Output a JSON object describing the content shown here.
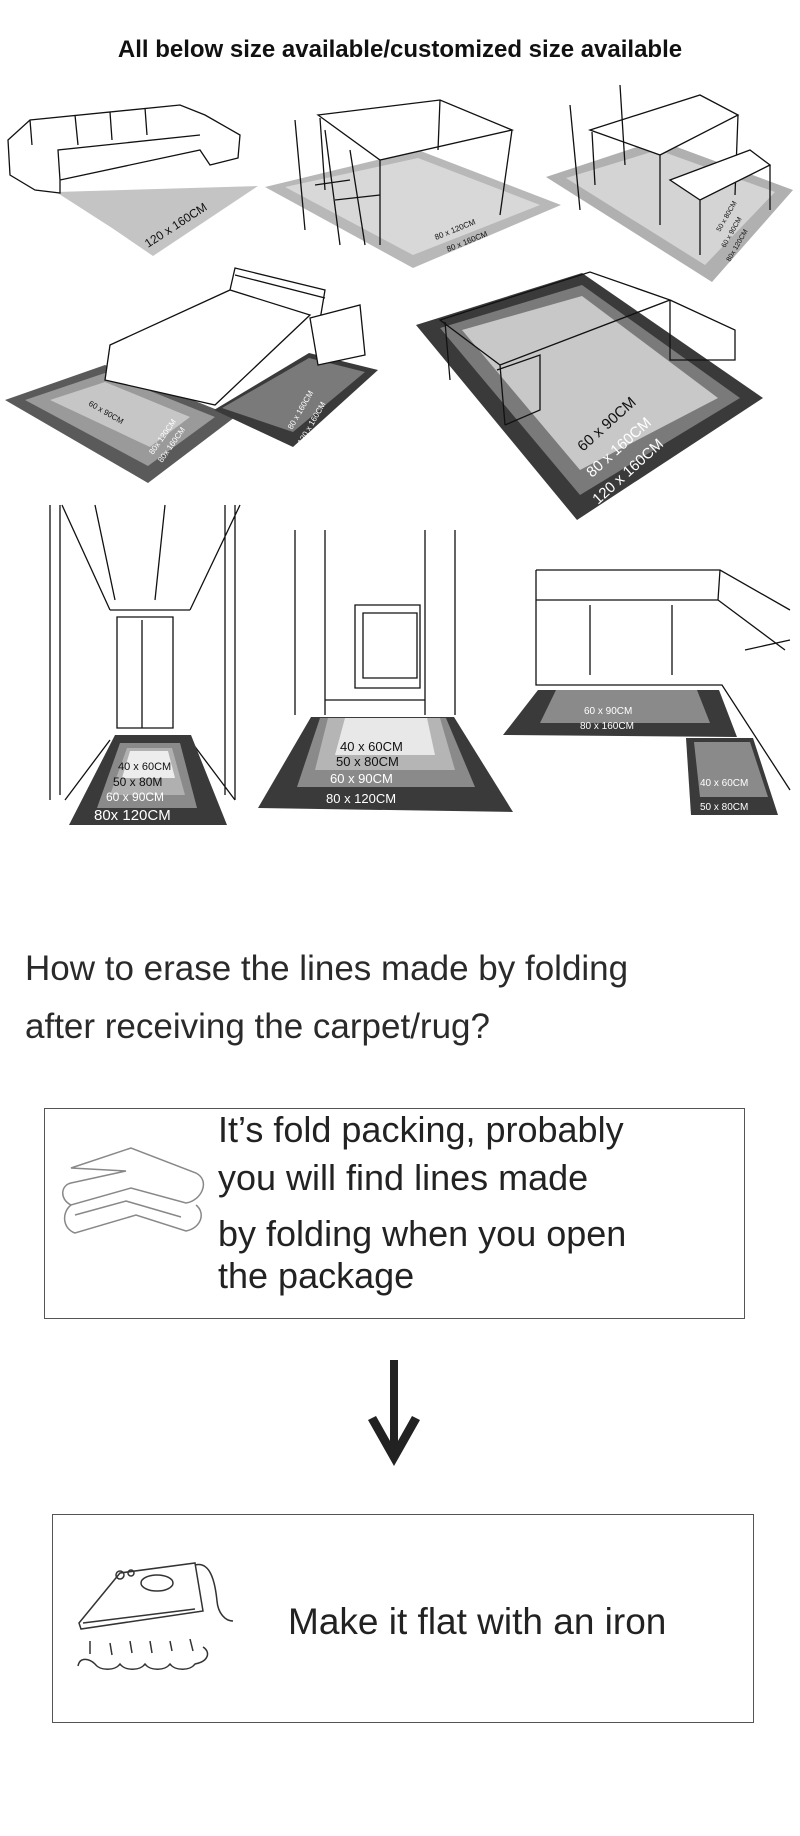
{
  "header": {
    "title": "All below size available/customized size available"
  },
  "scenes": {
    "sofa": [
      "120 x 160CM"
    ],
    "dining_table": [
      "80 x 120CM",
      "80 x 160CM"
    ],
    "dining_bench": [
      "50 x 80CM",
      "60 x 90CM",
      "80x 120CM"
    ],
    "bed_left": [
      "60 x 90CM",
      "80x 120CM",
      "80x 160CM"
    ],
    "bed_right": [
      "80 x 160CM",
      "120 x 160CM"
    ],
    "office": [
      "60 x 90CM",
      "80 x 160CM",
      "120 x 160CM"
    ],
    "hallway": [
      "40 x 60CM",
      "50 x 80M",
      "60 x 90CM",
      "80x 120CM"
    ],
    "entrance": [
      "40 x 60CM",
      "50 x 80CM",
      "60 x 90CM",
      "80 x 120CM"
    ],
    "kitchen_long": [
      "60 x 90CM",
      "80 x 160CM"
    ],
    "kitchen_short": [
      "40 x 60CM",
      "50 x 80CM"
    ]
  },
  "faq": {
    "question_lines": [
      "How to erase the lines made by folding",
      "after receiving the carpet/rug?"
    ],
    "step1_lines": [
      "It’s fold packing, probably",
      "you will find lines made",
      "by folding when you open",
      "the package"
    ],
    "step2": "Make it flat with an iron"
  },
  "colors": {
    "rug_light": "#c8c8c8",
    "rug_mid": "#9a9a9a",
    "rug_dark": "#5a5a5a",
    "rug_darkest": "#3a3a3a"
  }
}
